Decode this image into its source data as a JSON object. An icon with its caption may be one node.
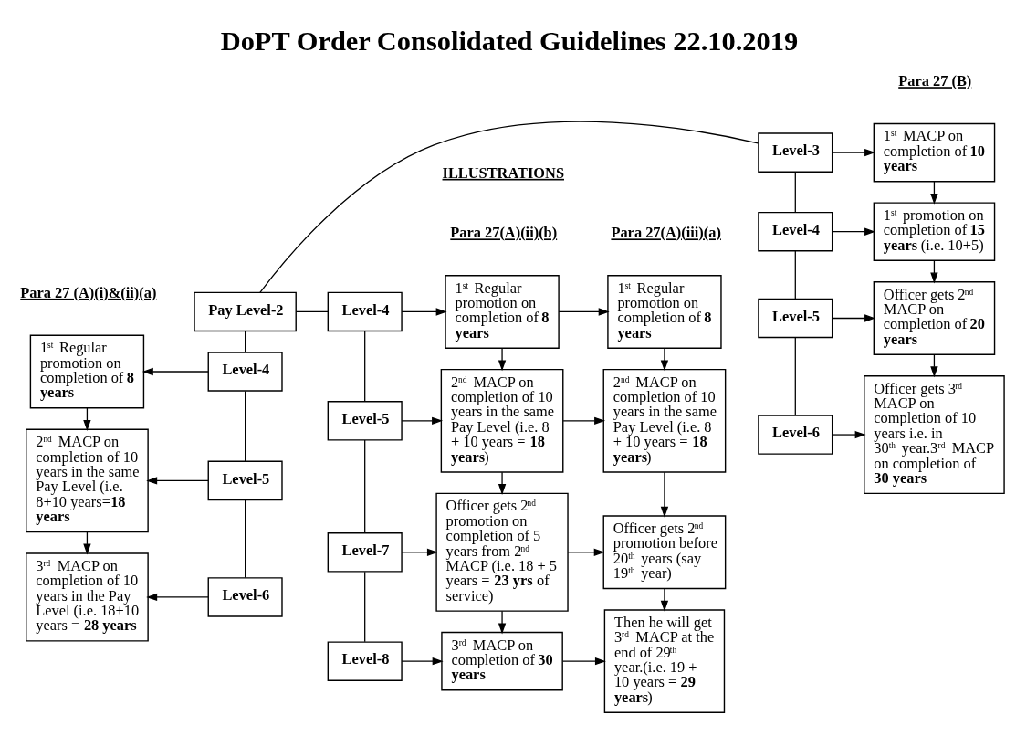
{
  "diagram": {
    "title": "DoPT Order Consolidated Guidelines 22.10.2019",
    "nodes": [
      {
        "text": [
          "Pay Level-2"
        ]
      },
      {
        "text": [
          "1$^{st}$ Regular promotion on completion of **8 years**"
        ]
      },
      {
        "text": [
          "Level-4"
        ]
      },
      {
        "text": [
          "2$^{nd}$ MACP on completion of 10 years in the same Pay Level (i.e. 8+10 years=**18 years**"
        ]
      },
      {
        "text": [
          "Level-5"
        ]
      },
      {
        "text": [
          "3$^{rd}$ MACP on completion of 10 years in the Pay Level (i.e. 18+10 years = **28 years**"
        ]
      },
      {
        "text": [
          "Level-6"
        ]
      },
      {
        "text": [
          "Level-4"
        ]
      },
      {
        "text": [
          "1$^{st}$ Regular promotion on completion of **8 years**"
        ]
      },
      {
        "text": [
          "1$^{st}$ Regular promotion on completion of **8 years**"
        ]
      },
      {
        "text": [
          "Level-5"
        ]
      },
      {
        "text": [
          "2$^{nd}$ MACP on completion of 10 years in the same Pay Level (i.e. 8 + 10 years = **18 years**)"
        ]
      },
      {
        "text": [
          "2$^{nd}$ MACP on completion of 10 years in the same Pay Level (i.e. 8 + 10 years = **18 years**)"
        ]
      },
      {
        "text": [
          "Level-7"
        ]
      },
      {
        "text": [
          "Officer gets 2$^{nd}$ promotion on completion of 5 years from 2$^{nd}$ MACP (i.e. 18 + 5 years = **23 yrs** of service)"
        ]
      },
      {
        "text": [
          "Officer gets 2$^{nd}$ promotion before 20$^{th}$ years (say 19$^{th}$ year)"
        ]
      },
      {
        "text": [
          "Level-8"
        ]
      },
      {
        "text": [
          "3$^{rd}$ MACP on completion of **30 years**"
        ]
      },
      {
        "text": [
          "Then he will get 3$^{rd}$ MACP at the end of 29$^{th}$ year.(i.e. 19 + 10 years = **29 years**)"
        ]
      },
      {
        "text": [
          "Level-3"
        ]
      },
      {
        "text": [
          "1$^{st}$ MACP on completion of **10 years**"
        ]
      },
      {
        "text": [
          "Level-4"
        ]
      },
      {
        "text": [
          "1$^{st}$ promotion on completion of **15 years** (i.e. 10+5)"
        ]
      },
      {
        "text": [
          "Level-5"
        ]
      },
      {
        "text": [
          "Officer gets 2$^{nd}$ MACP on completion of **20 years**"
        ]
      },
      {
        "text": [
          "Level-6"
        ]
      },
      {
        "text": [
          "Officer gets 3$^{rd}$ MACP on completion of 10 years i.e. in 30$^{th}$ year.3$^{rd}$ MACP on completion of **30 years**"
        ]
      }
    ],
    "edges": [
      {
        "from": 0,
        "to": 2,
        "arrow": "none"
      },
      {
        "from": 2,
        "to": 4,
        "arrow": "none"
      },
      {
        "from": 4,
        "to": 6,
        "arrow": "none"
      },
      {
        "from": 0,
        "to": 7,
        "arrow": "none"
      },
      {
        "from": 7,
        "to": 10,
        "arrow": "none"
      },
      {
        "from": 10,
        "to": 13,
        "arrow": "none"
      },
      {
        "from": 13,
        "to": 16,
        "arrow": "none"
      },
      {
        "from": 0,
        "to": 19,
        "arrow": "none"
      },
      {
        "from": 19,
        "to": 21,
        "arrow": "none"
      },
      {
        "from": 21,
        "to": 23,
        "arrow": "none"
      },
      {
        "from": 23,
        "to": 25,
        "arrow": "none"
      },
      {
        "from": 2,
        "to": 1,
        "arrow": "to"
      },
      {
        "from": 4,
        "to": 3,
        "arrow": "to"
      },
      {
        "from": 6,
        "to": 5,
        "arrow": "to"
      },
      {
        "from": 1,
        "to": 3,
        "arrow": "to"
      },
      {
        "from": 3,
        "to": 5,
        "arrow": "to"
      },
      {
        "from": 7,
        "to": 8,
        "arrow": "to"
      },
      {
        "from": 8,
        "to": 9,
        "arrow": "to"
      },
      {
        "from": 10,
        "to": 11,
        "arrow": "to"
      },
      {
        "from": 11,
        "to": 12,
        "arrow": "to"
      },
      {
        "from": 13,
        "to": 14,
        "arrow": "to"
      },
      {
        "from": 14,
        "to": 15,
        "arrow": "to"
      },
      {
        "from": 16,
        "to": 17,
        "arrow": "to"
      },
      {
        "from": 17,
        "to": 18,
        "arrow": "to"
      },
      {
        "from": 8,
        "to": 11,
        "arrow": "to"
      },
      {
        "from": 11,
        "to": 14,
        "arrow": "to"
      },
      {
        "from": 14,
        "to": 17,
        "arrow": "to"
      },
      {
        "from": 9,
        "to": 12,
        "arrow": "to"
      },
      {
        "from": 12,
        "to": 15,
        "arrow": "to"
      },
      {
        "from": 15,
        "to": 18,
        "arrow": "to"
      },
      {
        "from": 19,
        "to": 20,
        "arrow": "to"
      },
      {
        "from": 21,
        "to": 22,
        "arrow": "to"
      },
      {
        "from": 23,
        "to": 24,
        "arrow": "to"
      },
      {
        "from": 25,
        "to": 26,
        "arrow": "to"
      },
      {
        "from": 20,
        "to": 22,
        "arrow": "to"
      },
      {
        "from": 22,
        "to": 24,
        "arrow": "to"
      },
      {
        "from": 24,
        "to": 26,
        "arrow": "to"
      }
    ],
    "labels": [
      "ILLUSTRATIONS",
      "Para 27 (A)(i)&(ii)(a)",
      "Para 27(A)(ii)(b)",
      "Para 27(A)(iii)(a)",
      "Para 27 (B)"
    ]
  }
}
